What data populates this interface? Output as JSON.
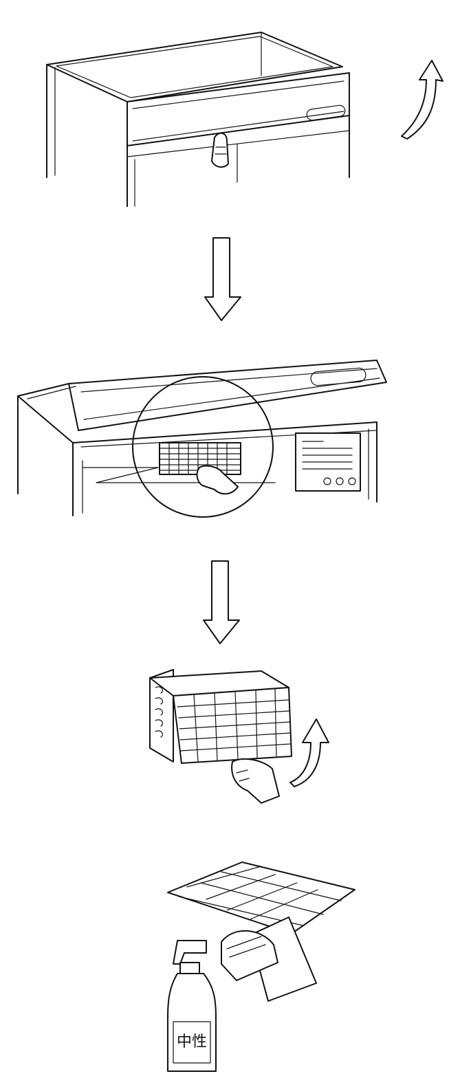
{
  "figure": {
    "steps": [
      {
        "id": "open-top-cover"
      },
      {
        "id": "locate-filter"
      },
      {
        "id": "pull-out-filter"
      },
      {
        "id": "clean-filter"
      }
    ],
    "bottle_label": "中性"
  }
}
